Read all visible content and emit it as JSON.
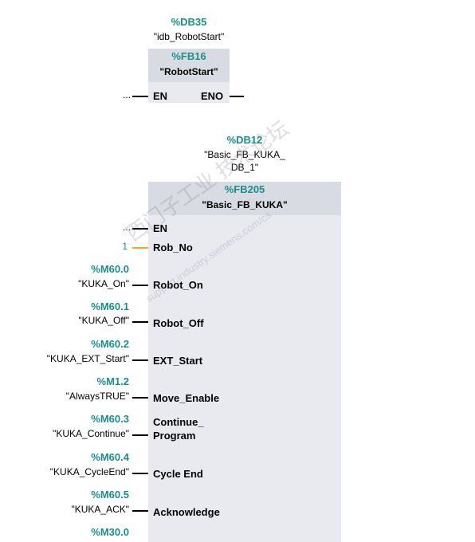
{
  "block1": {
    "db_operand": "%DB35",
    "db_name": "\"idb_RobotStart\"",
    "fb_operand": "%FB16",
    "fb_name": "\"RobotStart\"",
    "in_pin": "EN",
    "out_pin": "ENO",
    "en_param": "..."
  },
  "block2": {
    "db_operand": "%DB12",
    "db_name_line1": "\"Basic_FB_KUKA_",
    "db_name_line2": "DB_1\"",
    "fb_operand": "%FB205",
    "fb_name": "\"Basic_FB_KUKA\"",
    "pins": [
      {
        "label": "EN",
        "operand": "",
        "tag": "..."
      },
      {
        "label": "Rob_No",
        "operand": "",
        "tag": "1"
      },
      {
        "label": "Robot_On",
        "operand": "%M60.0",
        "tag": "\"KUKA_On\""
      },
      {
        "label": "Robot_Off",
        "operand": "%M60.1",
        "tag": "\"KUKA_Off\""
      },
      {
        "label": "EXT_Start",
        "operand": "%M60.2",
        "tag": "\"KUKA_EXT_Start\""
      },
      {
        "label": "Move_Enable",
        "operand": "%M1.2",
        "tag": "\"AlwaysTRUE\""
      },
      {
        "label_line1": "Continue_",
        "label_line2": "Program",
        "operand": "%M60.3",
        "tag": "\"KUKA_Continue\""
      },
      {
        "label": "Cycle End",
        "operand": "%M60.4",
        "tag": "\"KUKA_CycleEnd\""
      },
      {
        "label": "Acknowledge",
        "operand": "%M60.5",
        "tag": "\"KUKA_ACK\""
      },
      {
        "label": "",
        "operand": "%M30.0",
        "tag": ""
      }
    ]
  },
  "watermark": {
    "main": "西门子工业  技术论坛",
    "sub": "support.industry.siemens.com/cs"
  },
  "colors": {
    "operand": "#1a8f8a",
    "block_header": "#d9dbe2",
    "block_body": "#e9eaef",
    "const_wire": "#f5a623"
  }
}
